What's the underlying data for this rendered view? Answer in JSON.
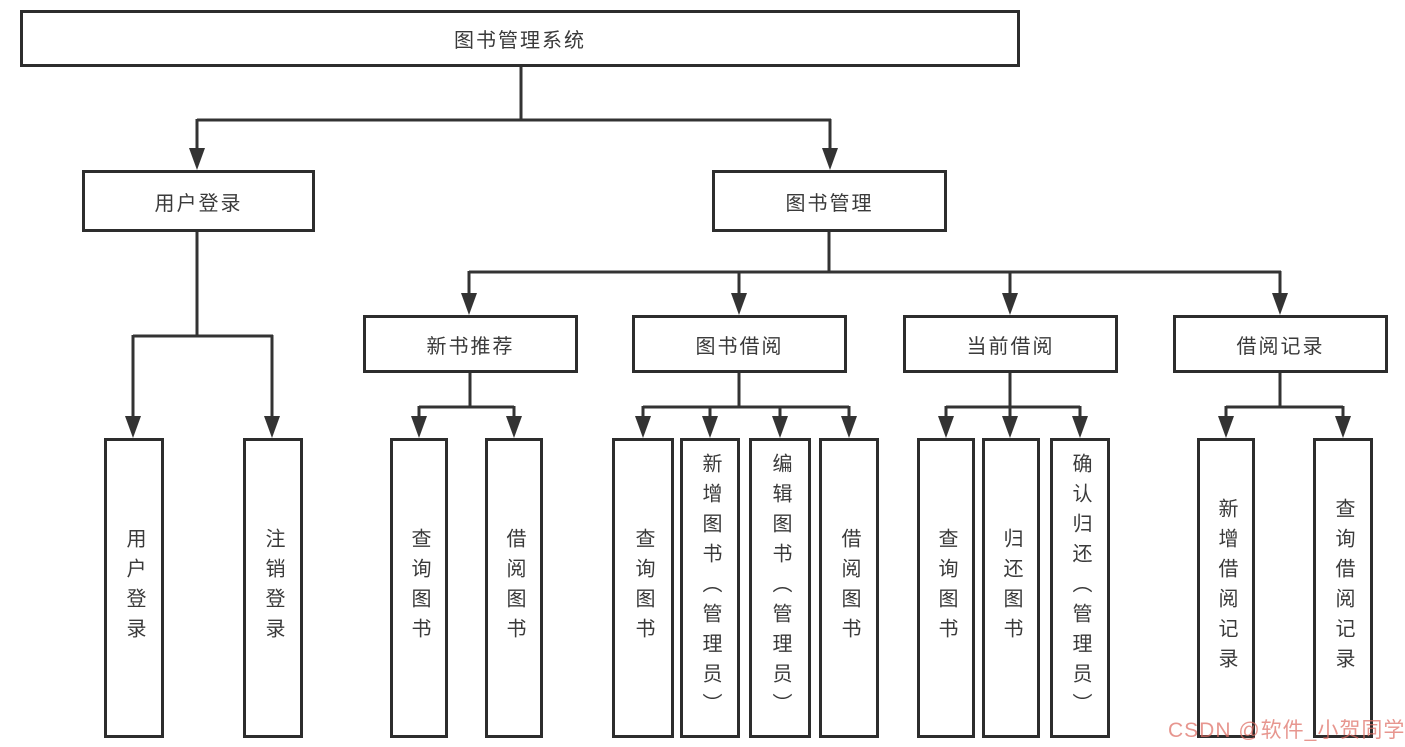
{
  "diagram": {
    "title": "图书管理系统",
    "root": {
      "label": "图书管理系统"
    },
    "branches": [
      {
        "label": "用户登录",
        "children": [
          {
            "label": "用户登录"
          },
          {
            "label": "注销登录"
          }
        ]
      },
      {
        "label": "图书管理",
        "children": [
          {
            "label": "新书推荐",
            "children": [
              {
                "label": "查询图书"
              },
              {
                "label": "借阅图书"
              }
            ]
          },
          {
            "label": "图书借阅",
            "children": [
              {
                "label": "查询图书"
              },
              {
                "label": "新增图书（管理员）"
              },
              {
                "label": "编辑图书（管理员）"
              },
              {
                "label": "借阅图书"
              }
            ]
          },
          {
            "label": "当前借阅",
            "children": [
              {
                "label": "查询图书"
              },
              {
                "label": "归还图书"
              },
              {
                "label": "确认归还（管理员）"
              }
            ]
          },
          {
            "label": "借阅记录",
            "children": [
              {
                "label": "新增借阅记录"
              },
              {
                "label": "查询借阅记录"
              }
            ]
          }
        ]
      }
    ]
  },
  "watermark": {
    "text": "CSDN @软件_小贺同学"
  },
  "colors": {
    "line": "#333333",
    "box_border": "#2d2d2d",
    "text": "#3a3a3a",
    "background": "#ffffff",
    "watermark": "#de6e64"
  }
}
